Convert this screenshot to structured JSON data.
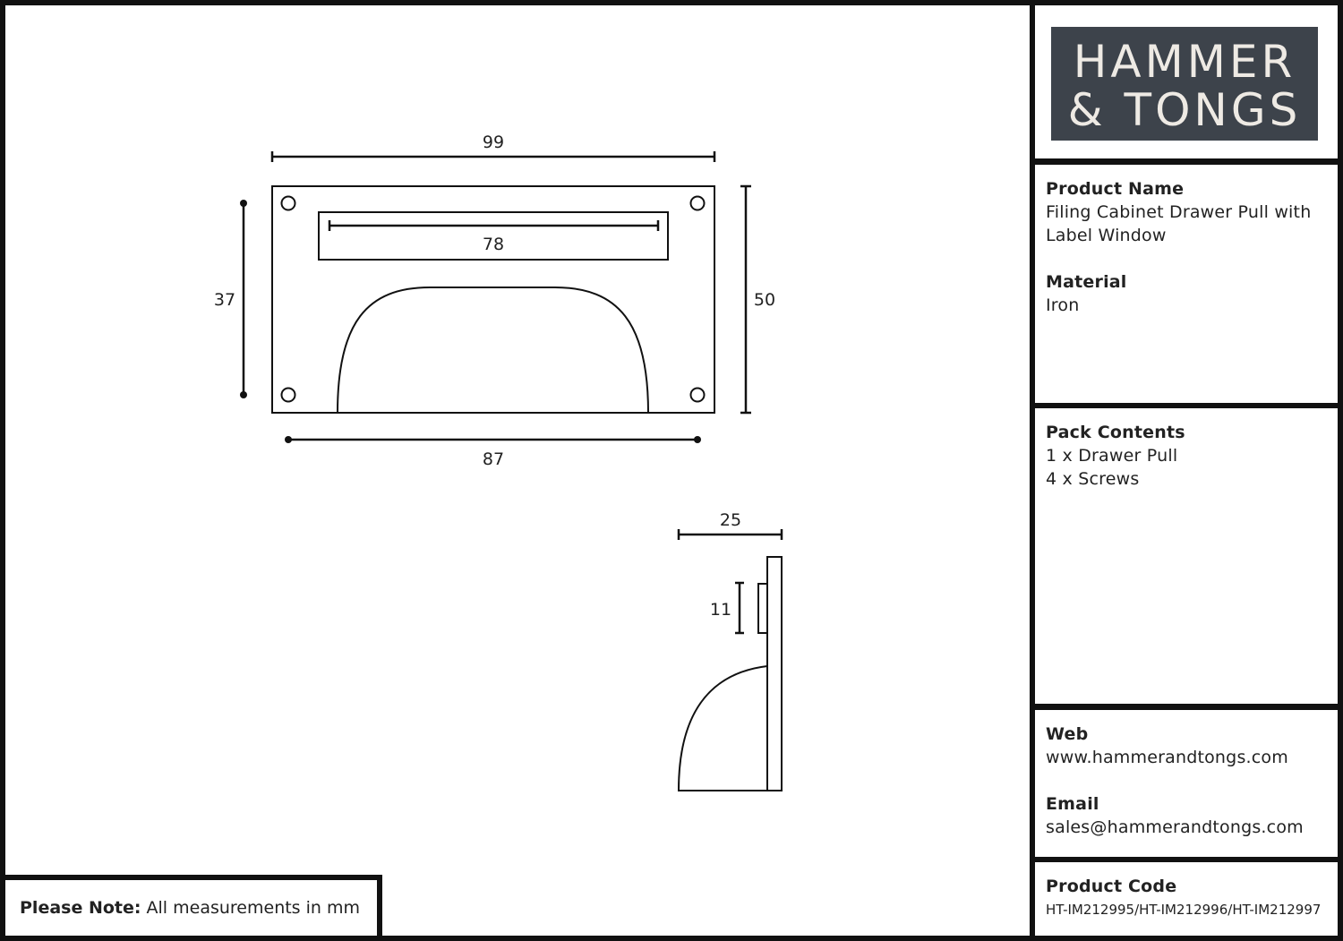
{
  "logo": {
    "line1": "HAMMER",
    "line2": "& TONGS",
    "bg_color": "#3d434b"
  },
  "product": {
    "name_label": "Product Name",
    "name_value": "Filing Cabinet Drawer Pull with Label Window",
    "material_label": "Material",
    "material_value": "Iron"
  },
  "pack": {
    "label": "Pack Contents",
    "items": [
      "1 x Drawer Pull",
      "4 x Screws"
    ]
  },
  "contact": {
    "web_label": "Web",
    "web_value": "www.hammerandtongs.com",
    "email_label": "Email",
    "email_value": "sales@hammerandtongs.com"
  },
  "code": {
    "label": "Product Code",
    "value": "HT-IM212995/HT-IM212996/HT-IM212997"
  },
  "note": {
    "label": "Please Note:",
    "text": "All measurements in mm"
  },
  "dimensions": {
    "width": "99",
    "window": "78",
    "height_inner": "37",
    "height": "50",
    "hole_spacing": "87",
    "depth": "25",
    "window_depth": "11"
  }
}
